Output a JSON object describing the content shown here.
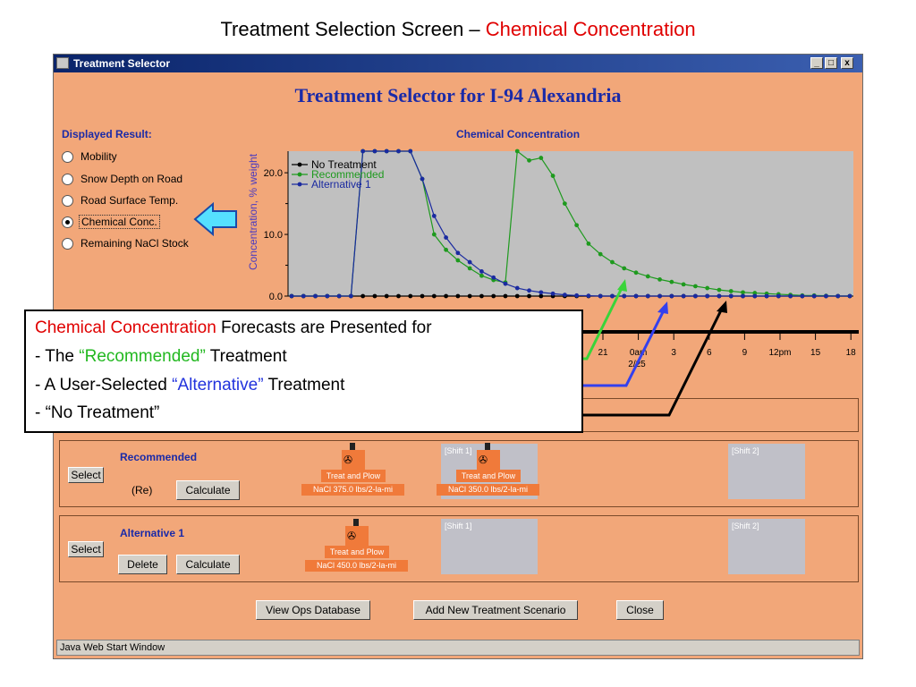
{
  "slide": {
    "title_prefix": "Treatment Selection Screen – ",
    "title_highlight": "Chemical Concentration"
  },
  "window": {
    "title": "Treatment Selector",
    "buttons": {
      "minimize": "_",
      "maximize": "□",
      "close": "x"
    }
  },
  "app": {
    "heading": "Treatment Selector for I-94 Alexandria",
    "displayed_result_label": "Displayed Result:",
    "options": [
      {
        "label": "Mobility",
        "selected": false
      },
      {
        "label": "Snow Depth on Road",
        "selected": false
      },
      {
        "label": "Road Surface Temp.",
        "selected": false
      },
      {
        "label": "Chemical Conc.",
        "selected": true
      },
      {
        "label": "Remaining NaCl Stock",
        "selected": false
      }
    ]
  },
  "chart_data": {
    "type": "line",
    "title": "Chemical Concentration",
    "ylabel": "Concentration, % weight",
    "ylim": [
      0,
      23.5
    ],
    "yticks": [
      "0.0",
      "10.0",
      "20.0"
    ],
    "xticks": [
      "21",
      "0am",
      "3",
      "6",
      "9",
      "12pm",
      "15",
      "18"
    ],
    "xtick_sublabel": "2/25",
    "series": [
      {
        "name": "No Treatment",
        "color": "#000000",
        "values": [
          0,
          0,
          0,
          0,
          0,
          0,
          0,
          0,
          0,
          0,
          0,
          0,
          0,
          0,
          0,
          0,
          0,
          0,
          0,
          0,
          0,
          0,
          0,
          0,
          0,
          0,
          0,
          0,
          0,
          0,
          0,
          0,
          0,
          0,
          0,
          0,
          0,
          0,
          0,
          0,
          0,
          0,
          0,
          0,
          0,
          0,
          0,
          0
        ]
      },
      {
        "name": "Recommended",
        "color": "#1e9a1e",
        "values": [
          0,
          0,
          0,
          0,
          0,
          0,
          23.5,
          23.5,
          23.5,
          23.5,
          23.5,
          19,
          10,
          7.5,
          5.8,
          4.5,
          3.3,
          2.6,
          2.2,
          23.5,
          22,
          22.4,
          19.5,
          15,
          11.5,
          8.5,
          6.8,
          5.5,
          4.5,
          3.8,
          3.2,
          2.7,
          2.3,
          1.9,
          1.6,
          1.3,
          1.0,
          0.8,
          0.6,
          0.5,
          0.4,
          0.3,
          0.2,
          0.1,
          0.1,
          0.05,
          0,
          0
        ]
      },
      {
        "name": "Alternative 1",
        "color": "#1a2aa0",
        "values": [
          0,
          0,
          0,
          0,
          0,
          0,
          23.5,
          23.5,
          23.5,
          23.5,
          23.5,
          19,
          13,
          9.5,
          7,
          5.5,
          4,
          3,
          2,
          1.3,
          0.9,
          0.6,
          0.4,
          0.2,
          0.1,
          0.05,
          0,
          0,
          0,
          0,
          0,
          0,
          0,
          0,
          0,
          0,
          0,
          0,
          0,
          0,
          0,
          0,
          0,
          0,
          0,
          0,
          0,
          0
        ]
      }
    ]
  },
  "scenarios": {
    "recommended": {
      "name": "Recommended",
      "select": "Select",
      "tag": "(Re)",
      "calculate": "Calculate",
      "treatments": [
        {
          "action": "Treat and Plow",
          "rate": "NaCl 375.0 lbs/2-la-mi"
        },
        {
          "action": "Treat and Plow",
          "rate": "NaCl 350.0 lbs/2-la-mi"
        }
      ],
      "shift1": "[Shift 1]",
      "shift2": "[Shift 2]"
    },
    "alternative": {
      "name": "Alternative 1",
      "select": "Select",
      "delete": "Delete",
      "calculate": "Calculate",
      "treatments": [
        {
          "action": "Treat and Plow",
          "rate": "NaCl 450.0 lbs/2-la-mi"
        }
      ],
      "shift1": "[Shift 1]",
      "shift2": "[Shift 2]"
    }
  },
  "bottom_buttons": {
    "view_ops": "View Ops Database",
    "add_new": "Add New Treatment Scenario",
    "close": "Close"
  },
  "status": "Java Web Start Window",
  "callout": {
    "line1_red": "Chemical Concentration",
    "line1_rest": " Forecasts are Presented for",
    "line2_prefix": "- The ",
    "line2_green": "“Recommended”",
    "line2_suffix": " Treatment",
    "line3_prefix": "- A User-Selected ",
    "line3_blue": "“Alternative”",
    "line3_suffix": " Treatment",
    "line4": "- “No Treatment”"
  },
  "colors": {
    "window_bg": "#f2a779",
    "plot_bg": "#c0c0c0",
    "title_blue": "#1a2aa8",
    "arrow_cyan": "#55e0ff",
    "recommended_green": "#1e9a1e",
    "alternative_blue": "#1a2aa0"
  }
}
